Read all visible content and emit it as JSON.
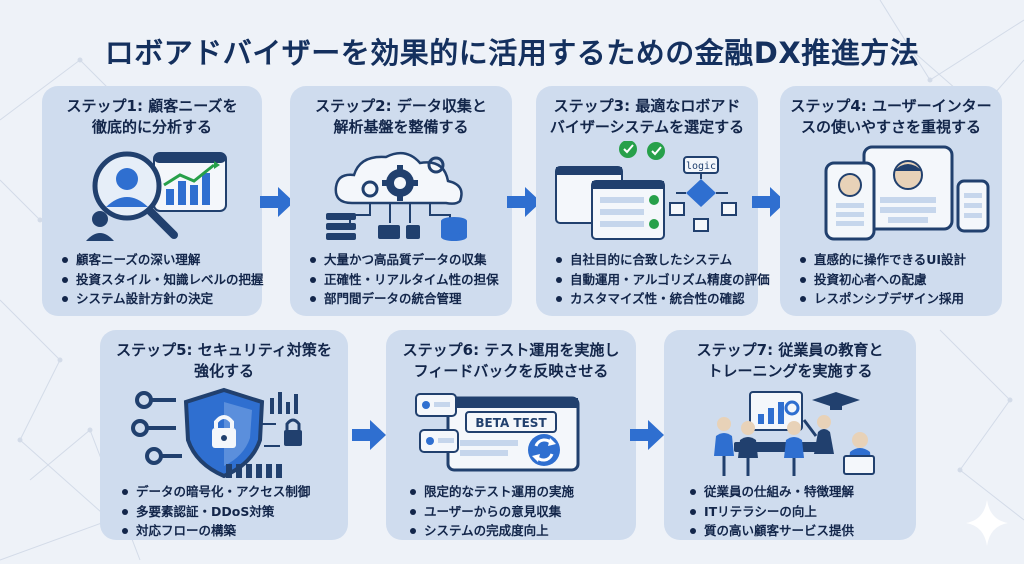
{
  "title": "ロボアドバイザーを効果的に活用するための金融DX推進方法",
  "colors": {
    "accent": "#2f6fd0",
    "card": "#cfdcee",
    "text": "#13264a",
    "title": "#14305e"
  },
  "steps": [
    {
      "title_line1": "ステップ1: 顧客ニーズを",
      "title_line2": "徹底的に分析する",
      "icon": "customer-analysis-icon",
      "bullets": [
        "顧客ニーズの深い理解",
        "投資スタイル・知識レベルの把握",
        "システム設計方針の決定"
      ]
    },
    {
      "title_line1": "ステップ2: データ収集と",
      "title_line2": "解析基盤を整備する",
      "icon": "cloud-data-icon",
      "bullets": [
        "大量かつ高品質データの収集",
        "正確性・リアルタイム性の担保",
        "部門間データの統合管理"
      ]
    },
    {
      "title_line1": "ステップ3: 最適なロボアド",
      "title_line2": "バイザーシステムを選定する",
      "icon": "system-selection-icon",
      "icon_label": "logic",
      "bullets": [
        "自社目的に合致したシステム",
        "自動運用・アルゴリズム精度の評価",
        "カスタマイズ性・統合性の確認"
      ]
    },
    {
      "title_line1": "ステップ4: ユーザーインター",
      "title_line2": "スの使いやすさを重視する",
      "icon": "responsive-devices-icon",
      "bullets": [
        "直感的に操作できるUI設計",
        "投資初心者への配慮",
        "レスポンシブデザイン採用"
      ]
    },
    {
      "title_line1": "ステップ5: セキュリティ対策を",
      "title_line2": "強化する",
      "icon": "security-shield-icon",
      "bullets": [
        "データの暗号化・アクセス制御",
        "多要素認証・DDoS対策",
        "対応フローの構築"
      ]
    },
    {
      "title_line1": "ステップ6: テスト運用を実施し",
      "title_line2": "フィードバックを反映させる",
      "icon": "beta-test-icon",
      "icon_label": "BETA TEST",
      "bullets": [
        "限定的なテスト運用の実施",
        "ユーザーからの意見収集",
        "システムの完成度向上"
      ]
    },
    {
      "title_line1": "ステップ7: 従業員の教育と",
      "title_line2": "トレーニングを実施する",
      "icon": "training-team-icon",
      "bullets": [
        "従業員の仕組み・特徴理解",
        "ITリテラシーの向上",
        "質の高い顧客サービス提供"
      ]
    }
  ]
}
